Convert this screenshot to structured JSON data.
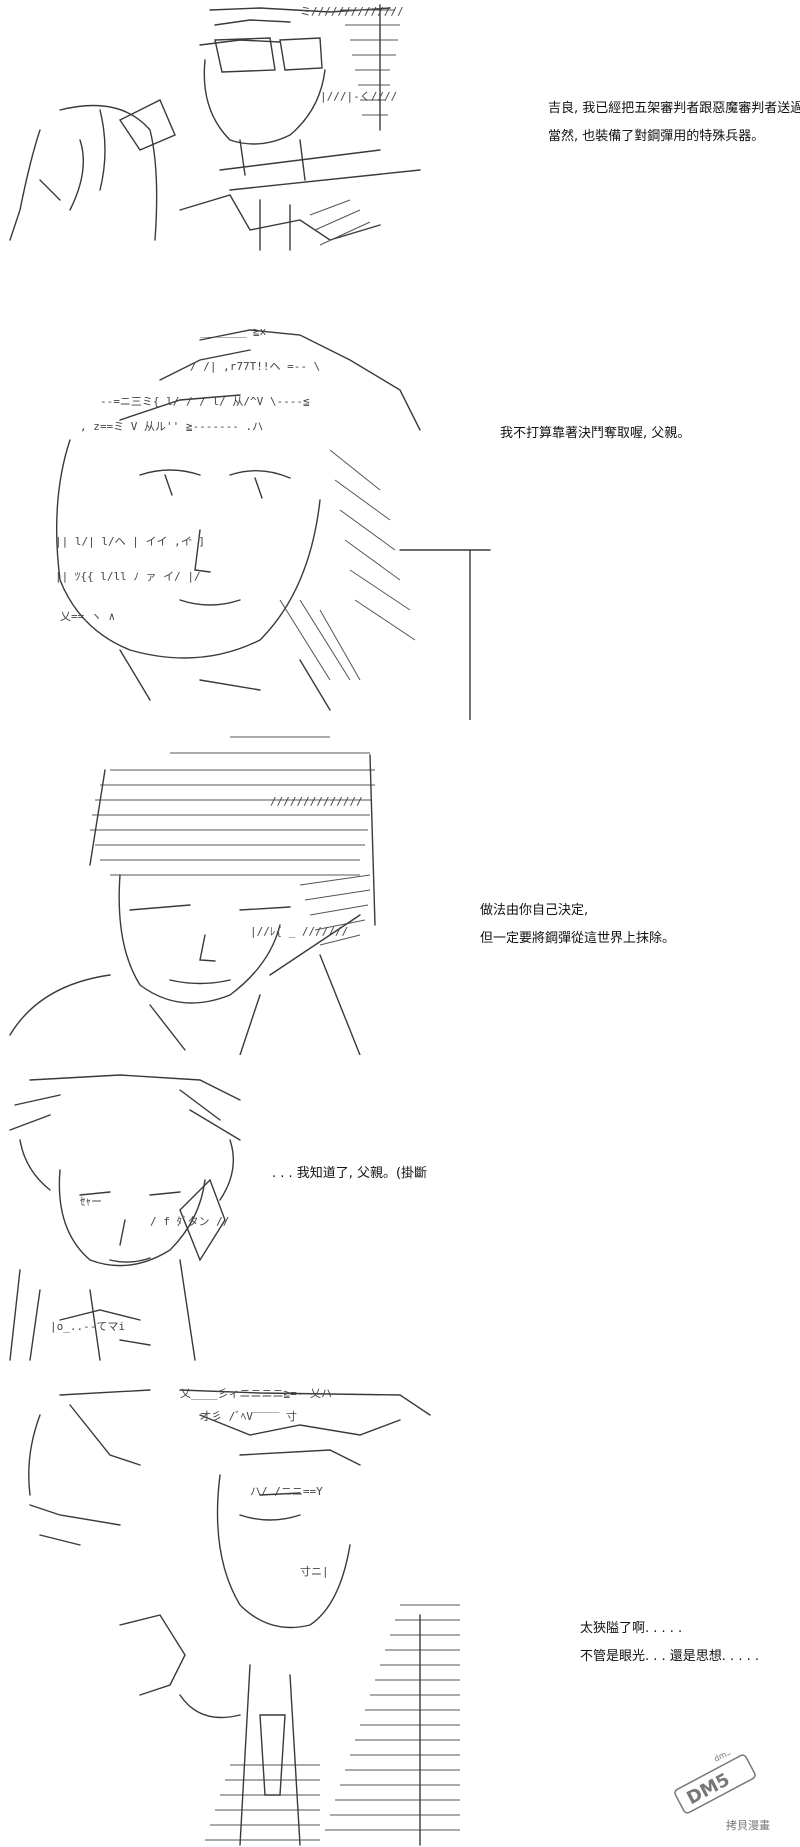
{
  "panels": [
    {
      "id": "p1",
      "lines": [
        "吉良, 我已經把五架審判者跟惡魔審判者送過了,",
        "當然, 也裝備了對鋼彈用的特殊兵器。"
      ]
    },
    {
      "id": "p2",
      "lines": [
        "我不打算靠著決鬥奪取喔, 父親。"
      ]
    },
    {
      "id": "p3",
      "lines": [
        "做法由你自己決定,",
        "但一定要將鋼彈從這世界上抹除。"
      ]
    },
    {
      "id": "p4",
      "lines": [
        ". . . 我知道了, 父親。(掛斷"
      ]
    },
    {
      "id": "p5",
      "lines": [
        "太狹隘了啊. . . . .",
        "不管是眼光. . . 還是思想. . . . ."
      ]
    }
  ],
  "watermark": {
    "logo": "DM5",
    "site": "dm5.com",
    "caption": "拷貝漫畫"
  }
}
